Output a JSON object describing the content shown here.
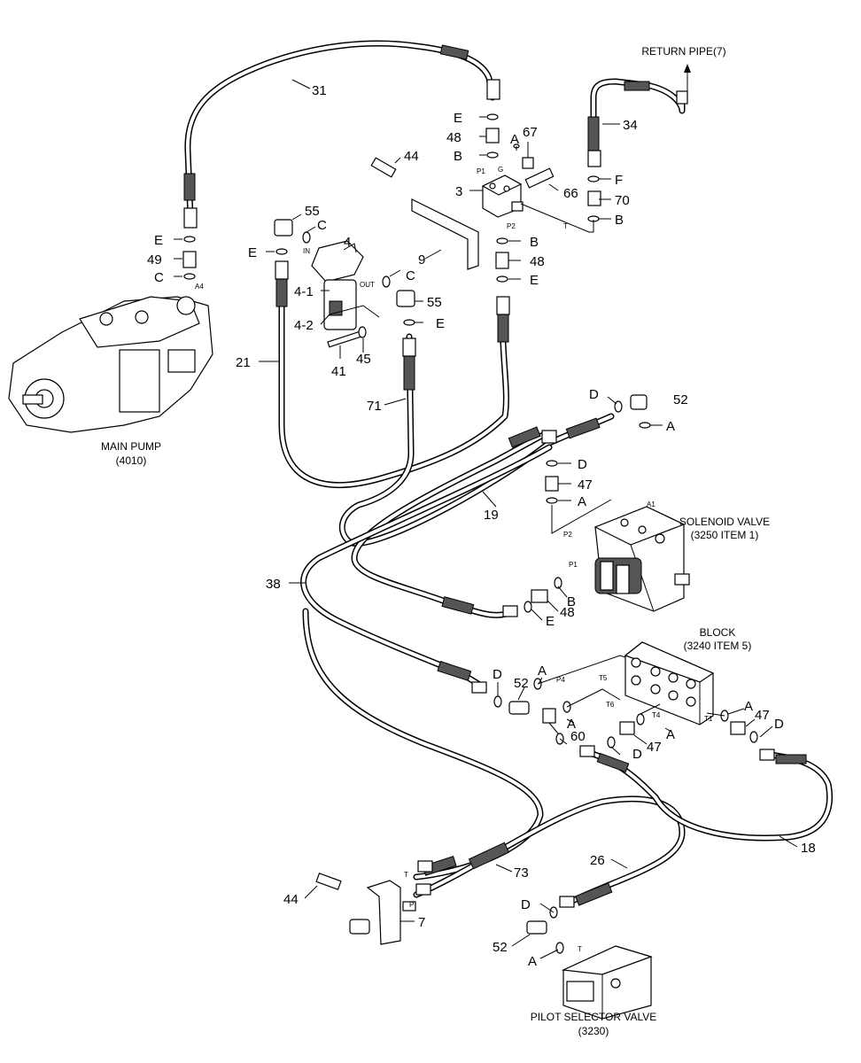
{
  "components": {
    "main_pump": {
      "name": "MAIN PUMP",
      "code": "(4010)"
    },
    "return_pipe": {
      "name": "RETURN PIPE(7)"
    },
    "solenoid_valve": {
      "name": "SOLENOID VALVE",
      "code": "(3250 ITEM 1)"
    },
    "block": {
      "name": "BLOCK",
      "code": "(3240 ITEM 5)"
    },
    "pilot_selector_valve": {
      "name": "PILOT SELECTOR VALVE",
      "code": "(3230)"
    }
  },
  "callouts": {
    "n31": "31",
    "n34": "34",
    "nE_top": "E",
    "n48_top": "48",
    "n67": "67",
    "nA_top": "A",
    "nB_top": "B",
    "n44_top": "44",
    "n3": "3",
    "n66": "66",
    "nF": "F",
    "n70": "70",
    "nB_right": "B",
    "n55_top": "55",
    "nC_top": "C",
    "nE_left1": "E",
    "n49": "49",
    "nC_left": "C",
    "nE_left2": "E",
    "n4": "4",
    "n9": "9",
    "nB_mid": "B",
    "n48_mid": "48",
    "nE_mid": "E",
    "n4_1": "4-1",
    "nC_mid": "C",
    "n55_mid": "55",
    "nE_mid2": "E",
    "n4_2": "4-2",
    "n41": "41",
    "n45": "45",
    "n21": "21",
    "n71": "71",
    "nD_52": "D",
    "n52_top": "52",
    "nA_sol": "A",
    "nD_sol": "D",
    "n47_sol": "47",
    "nA_sol2": "A",
    "n19": "19",
    "n38": "38",
    "nB_sol": "B",
    "n48_sol": "48",
    "nE_sol": "E",
    "nD_blk": "D",
    "nA_blk": "A",
    "n52_blk": "52",
    "nA_blk2": "A",
    "n60": "60",
    "nD_blk2": "D",
    "n47_blk": "47",
    "nA_blk3": "A",
    "nA_blk4": "A",
    "n47_blk2": "47",
    "nD_blk3": "D",
    "n18": "18",
    "n26": "26",
    "n73": "73",
    "n44_bot": "44",
    "n7": "7",
    "nD_bot": "D",
    "n52_bot": "52",
    "nA_bot": "A"
  },
  "port_labels": {
    "p1": "P1",
    "g": "G",
    "p2": "P2",
    "t": "T",
    "a4": "A4",
    "in": "IN",
    "out": "OUT",
    "a1": "A1",
    "sp2": "P2",
    "sp1": "P1",
    "p4": "P4",
    "t5": "T5",
    "t6": "T6",
    "t4": "T4",
    "t1": "T1",
    "vt": "T",
    "vp": "P",
    "pt": "T"
  }
}
